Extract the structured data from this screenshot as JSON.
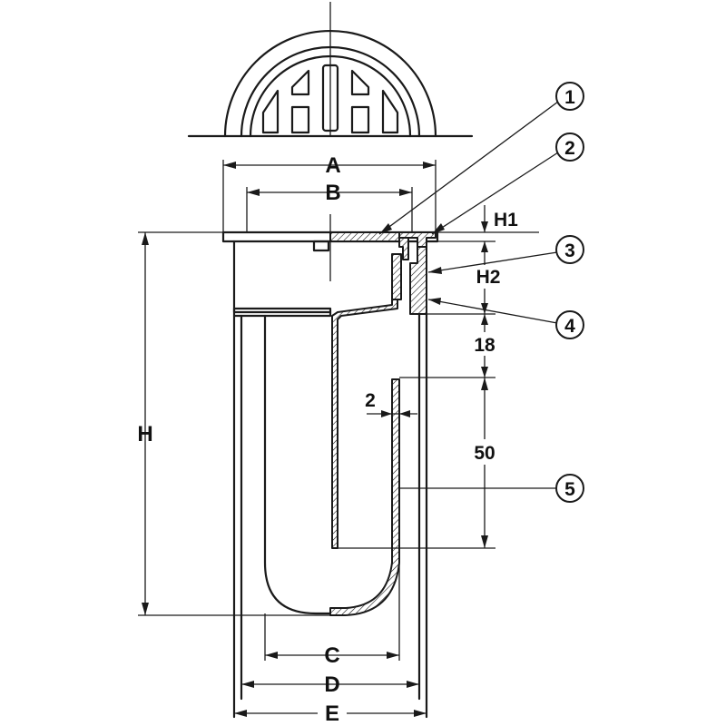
{
  "dimensions": {
    "A": "A",
    "B": "B",
    "C": "C",
    "D": "D",
    "E": "E",
    "H": "H",
    "H1": "H1",
    "H2": "H2",
    "gap_18": "18",
    "wall_2": "2",
    "depth_50": "50"
  },
  "callouts": {
    "c1": "1",
    "c2": "2",
    "c3": "3",
    "c4": "4",
    "c5": "5"
  }
}
